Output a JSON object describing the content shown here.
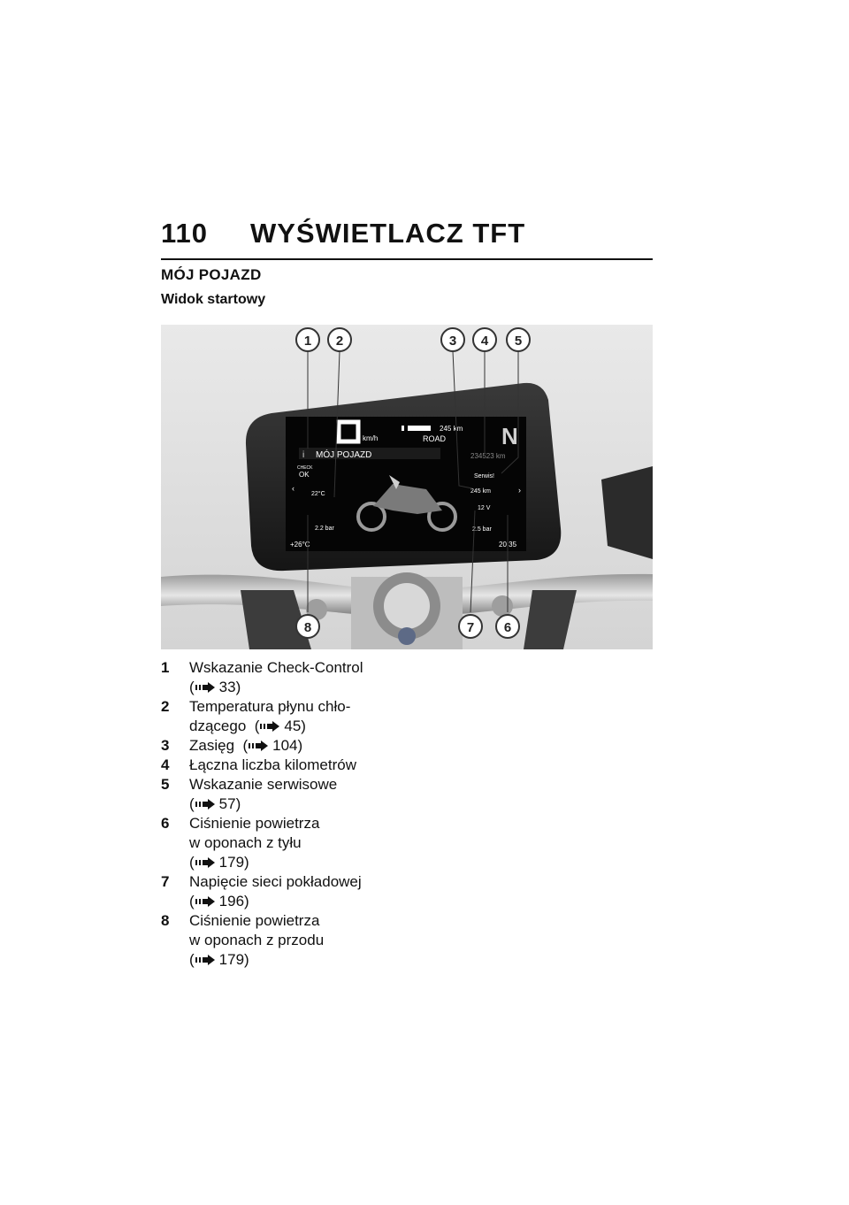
{
  "header": {
    "page_number": "110",
    "chapter": "WYŚWIETLACZ TFT"
  },
  "section": "MÓJ POJAZD",
  "subsection": "Widok startowy",
  "figure": {
    "callouts": [
      "1",
      "2",
      "3",
      "4",
      "5",
      "6",
      "7",
      "8"
    ],
    "screen": {
      "speed": "0",
      "speed_unit": "km/h",
      "range_top": "245 km",
      "mode": "ROAD",
      "gear": "N",
      "menu_title": "MÓJ POJAZD",
      "odometer": "234523 km",
      "check_label": "CHECK",
      "check_status": "OK",
      "service": "Serwis!",
      "coolant_temp": "22°C",
      "range": "245 km",
      "voltage": "12 V",
      "front_pressure": "2.2 bar",
      "rear_pressure": "2.5 bar",
      "ambient_temp": "+26°C",
      "clock": "20:35"
    }
  },
  "legend": [
    {
      "num": "1",
      "lines": [
        "Wskazanie Check-Control"
      ],
      "ref": "33)"
    },
    {
      "num": "2",
      "lines": [
        "Temperatura płynu chło-",
        "dzącego"
      ],
      "ref": "45)",
      "ref_inline": true
    },
    {
      "num": "3",
      "lines": [
        "Zasięg"
      ],
      "ref": "104)",
      "ref_inline": true
    },
    {
      "num": "4",
      "lines": [
        "Łączna liczba kilometrów"
      ]
    },
    {
      "num": "5",
      "lines": [
        "Wskazanie serwisowe"
      ],
      "ref": "57)"
    },
    {
      "num": "6",
      "lines": [
        "Ciśnienie powietrza",
        "w oponach z tyłu"
      ],
      "ref": "179)"
    },
    {
      "num": "7",
      "lines": [
        "Napięcie sieci pokładowej"
      ],
      "ref": "196)"
    },
    {
      "num": "8",
      "lines": [
        "Ciśnienie powietrza",
        "w oponach z przodu"
      ],
      "ref": "179)"
    }
  ]
}
